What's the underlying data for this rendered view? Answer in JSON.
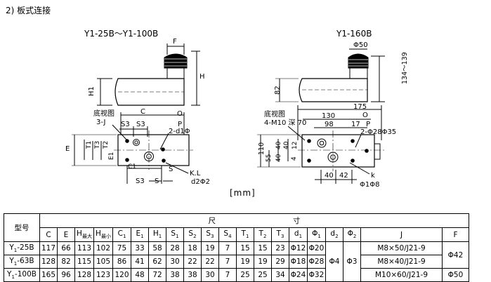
{
  "section_heading": "2) 板式连接",
  "drawing_left": {
    "title": "Y1-25B～Y1-100B",
    "labels": {
      "F": "F",
      "H": "H",
      "H1": "H1",
      "C": "C",
      "O": "O",
      "bottom_view": "底视图",
      "three_j": "3-J",
      "S3a": "S3",
      "S3b": "S3",
      "P": "P",
      "two_d1phi": "2-d1Φ",
      "E": "E",
      "T1": "T1",
      "T3": "T3",
      "T2": "T2",
      "E1": "E1",
      "C1": "C1",
      "S3c": "S3",
      "S": "S",
      "S_b": "S",
      "KL": "K.L",
      "d2phi2": "d2Φ2"
    }
  },
  "drawing_right": {
    "title": "Y1-160B",
    "labels": {
      "phi50": "Φ50",
      "range": "134～139",
      "d82": "82",
      "d175": "175",
      "bottom_view": "底视图",
      "m10": "4-M10 深 70",
      "d130": "130",
      "d98": "98",
      "d17": "17",
      "O": "O",
      "P": "P",
      "two_phi": "2-Φ28Φ35",
      "d110": "110",
      "d55": "55",
      "d40v": "40",
      "d40b": "40",
      "d40h": "40",
      "d12": "12",
      "d4": "4",
      "d42": "42",
      "k": "k",
      "phi1phi8": "Φ1Φ8"
    }
  },
  "unit": "[mm]",
  "table": {
    "model_header": "型号",
    "dim_header": [
      "尺",
      "寸"
    ],
    "columns": [
      {
        "main": "C",
        "sub": ""
      },
      {
        "main": "E",
        "sub": ""
      },
      {
        "main": "H",
        "sub": "最大"
      },
      {
        "main": "H",
        "sub": "最小"
      },
      {
        "main": "C",
        "sub": "1"
      },
      {
        "main": "E",
        "sub": "1"
      },
      {
        "main": "H",
        "sub": "1"
      },
      {
        "main": "S",
        "sub": "1"
      },
      {
        "main": "S",
        "sub": "2"
      },
      {
        "main": "S",
        "sub": "3"
      },
      {
        "main": "S",
        "sub": "4"
      },
      {
        "main": "T",
        "sub": "1"
      },
      {
        "main": "T",
        "sub": "2"
      },
      {
        "main": "T",
        "sub": "3"
      },
      {
        "main": "d",
        "sub": "1"
      },
      {
        "main": "Φ",
        "sub": "1"
      },
      {
        "main": "d",
        "sub": "2"
      },
      {
        "main": "Φ",
        "sub": "2"
      },
      {
        "main": "J",
        "sub": ""
      },
      {
        "main": "F",
        "sub": ""
      }
    ],
    "rows": [
      {
        "model_main": "Y",
        "model_sub": "1",
        "model_rest": "-25B",
        "vals": [
          "117",
          "66",
          "113",
          "102",
          "75",
          "33",
          "58",
          "28",
          "18",
          "19",
          "7",
          "15",
          "15",
          "23",
          "Φ12",
          "Φ20"
        ],
        "J": "M8×50/J21-9"
      },
      {
        "model_main": "Y",
        "model_sub": "1",
        "model_rest": "-63B",
        "vals": [
          "128",
          "82",
          "115",
          "105",
          "86",
          "41",
          "62",
          "30",
          "22",
          "22",
          "7",
          "19",
          "19",
          "29",
          "Φ18",
          "Φ28"
        ],
        "J": "M8×40/J21-9"
      },
      {
        "model_main": "Y",
        "model_sub": "1",
        "model_rest": "-100B",
        "vals": [
          "165",
          "96",
          "128",
          "123",
          "120",
          "48",
          "72",
          "38",
          "38",
          "30",
          "7",
          "25",
          "25",
          "34",
          "Φ24",
          "Φ32"
        ],
        "J": "M10×60/J21-9"
      }
    ],
    "d2_shared": "Φ4",
    "phi2_shared": "Φ3",
    "F_shared": "Φ42",
    "F_last": "Φ50"
  }
}
